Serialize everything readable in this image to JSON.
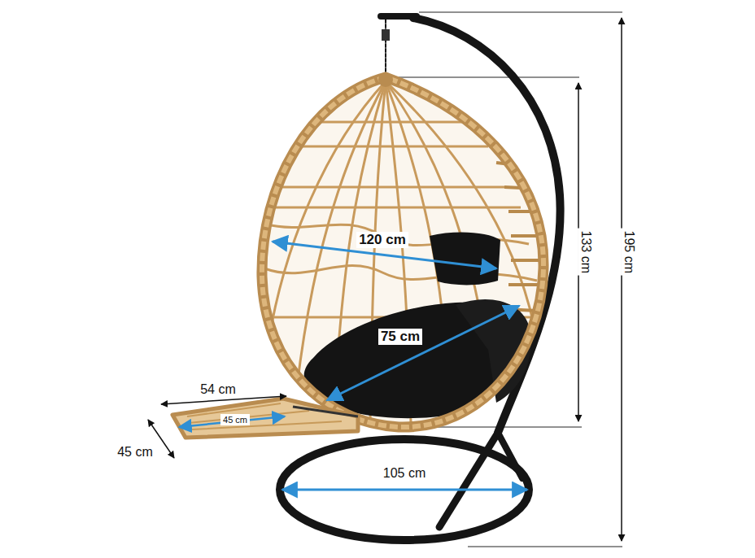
{
  "diagram": {
    "labels": [
      "120 cm",
      "75 cm",
      "54 cm",
      "45 cm",
      "45 cm",
      "105 cm",
      "133 cm",
      "195 cm"
    ]
  }
}
